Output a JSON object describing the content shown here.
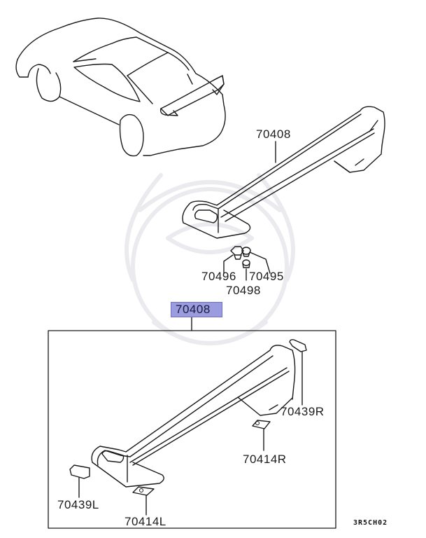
{
  "diagram": {
    "type": "exploded-parts-diagram",
    "subject": "Rear spoiler assembly",
    "figure_code": "3R5CH02",
    "colors": {
      "line": "#1a1a1a",
      "highlight_fill": "#9b9be0",
      "highlight_border": "#6e6ec8",
      "watermark": "#ececf0"
    },
    "top_group": {
      "spoiler_label": "70408",
      "fasteners": [
        {
          "id": "70496",
          "label": "70496"
        },
        {
          "id": "70498",
          "label": "70498"
        },
        {
          "id": "70495",
          "label": "70495"
        }
      ]
    },
    "assembly": {
      "highlighted_label": "70408",
      "parts": [
        {
          "id": "70439R",
          "label": "70439R"
        },
        {
          "id": "70414R",
          "label": "70414R"
        },
        {
          "id": "70439L",
          "label": "70439L"
        },
        {
          "id": "70414L",
          "label": "70414L"
        }
      ]
    }
  }
}
